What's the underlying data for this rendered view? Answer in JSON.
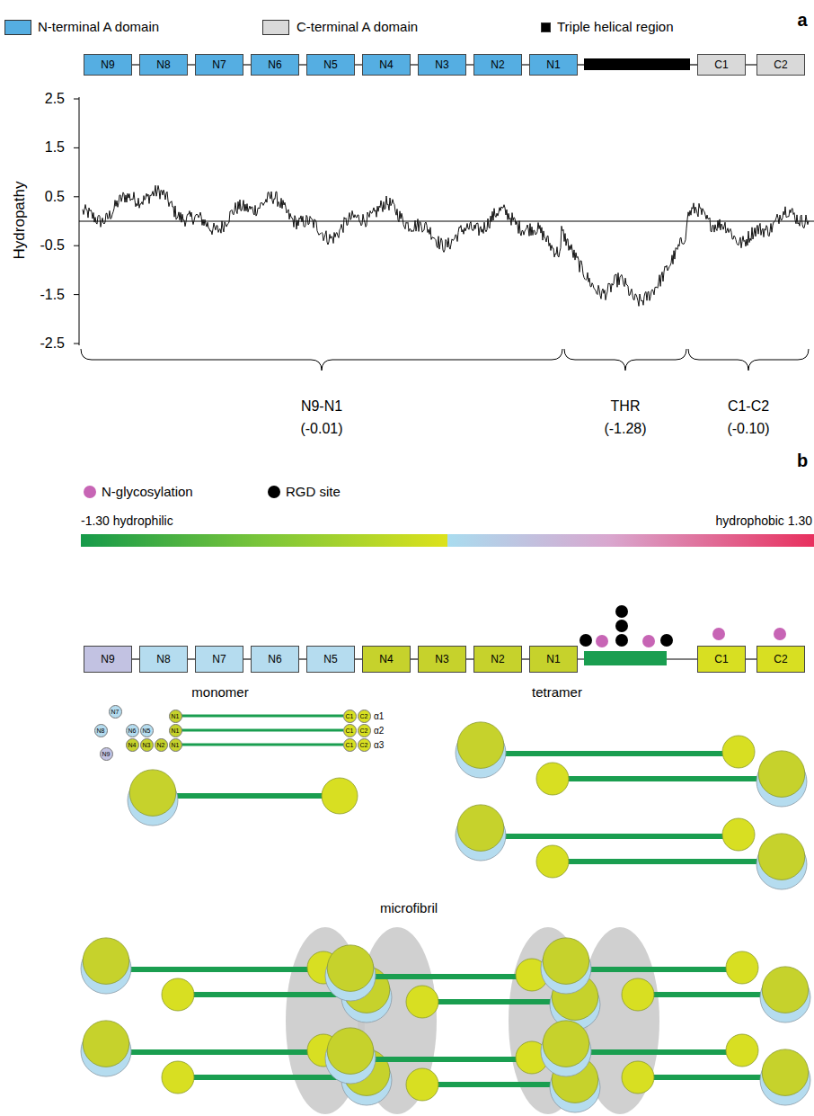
{
  "diagram": {
    "nodes": [
      {
        "text": [
          "N9"
        ]
      },
      {
        "text": [
          "N8"
        ]
      },
      {
        "text": [
          "N7"
        ]
      },
      {
        "text": [
          "N6"
        ]
      },
      {
        "text": [
          "N5"
        ]
      },
      {
        "text": [
          "N4"
        ]
      },
      {
        "text": [
          "N3"
        ]
      },
      {
        "text": [
          "N2"
        ]
      },
      {
        "text": [
          "N1"
        ]
      },
      {
        "text": [
          "C1"
        ]
      },
      {
        "text": [
          "C2"
        ]
      },
      {
        "text": [
          "N9"
        ]
      },
      {
        "text": [
          "N8"
        ]
      },
      {
        "text": [
          "N7"
        ]
      },
      {
        "text": [
          "N6"
        ]
      },
      {
        "text": [
          "N5"
        ]
      },
      {
        "text": [
          "N4"
        ]
      },
      {
        "text": [
          "N3"
        ]
      },
      {
        "text": [
          "N2"
        ]
      },
      {
        "text": [
          "N1"
        ]
      },
      {
        "text": [
          "C1"
        ]
      },
      {
        "text": [
          "C2"
        ]
      },
      {
        "text": [
          "N7"
        ]
      },
      {
        "text": [
          "N1"
        ]
      },
      {
        "text": [
          "C1"
        ]
      },
      {
        "text": [
          "C2"
        ]
      },
      {
        "text": [
          "N8"
        ]
      },
      {
        "text": [
          "N6"
        ]
      },
      {
        "text": [
          "N5"
        ]
      },
      {
        "text": [
          "N1"
        ]
      },
      {
        "text": [
          "C1"
        ]
      },
      {
        "text": [
          "C2"
        ]
      },
      {
        "text": [
          "N4"
        ]
      },
      {
        "text": [
          "N3"
        ]
      },
      {
        "text": [
          "N2"
        ]
      },
      {
        "text": [
          "N1"
        ]
      },
      {
        "text": [
          "C1"
        ]
      },
      {
        "text": [
          "C2"
        ]
      },
      {
        "text": [
          "N9"
        ]
      }
    ],
    "edges": [
      {
        "from": 0,
        "to": 1,
        "arrow": "none"
      },
      {
        "from": 1,
        "to": 2,
        "arrow": "none"
      },
      {
        "from": 2,
        "to": 3,
        "arrow": "none"
      },
      {
        "from": 3,
        "to": 4,
        "arrow": "none"
      },
      {
        "from": 4,
        "to": 5,
        "arrow": "none"
      },
      {
        "from": 5,
        "to": 6,
        "arrow": "none"
      },
      {
        "from": 6,
        "to": 7,
        "arrow": "none"
      },
      {
        "from": 7,
        "to": 8,
        "arrow": "none"
      },
      {
        "from": 9,
        "to": 10,
        "arrow": "none"
      },
      {
        "from": 11,
        "to": 12,
        "arrow": "none"
      },
      {
        "from": 12,
        "to": 13,
        "arrow": "none"
      },
      {
        "from": 13,
        "to": 14,
        "arrow": "none"
      },
      {
        "from": 14,
        "to": 15,
        "arrow": "none"
      },
      {
        "from": 15,
        "to": 16,
        "arrow": "none"
      },
      {
        "from": 16,
        "to": 17,
        "arrow": "none"
      },
      {
        "from": 17,
        "to": 18,
        "arrow": "none"
      },
      {
        "from": 18,
        "to": 19,
        "arrow": "none"
      },
      {
        "from": 20,
        "to": 21,
        "arrow": "none"
      }
    ],
    "labels": [
      "a",
      "Hydropathy",
      "2.5",
      "1.5",
      "0.5",
      "-0.5",
      "-1.5",
      "-2.5",
      "N9-N1",
      "(-0.01)",
      "THR",
      "(-1.28)",
      "C1-C2",
      "(-0.10)",
      "b",
      "-1.30 hydrophilic",
      "hydrophobic 1.30",
      "monomer",
      "α1",
      "α2",
      "α3",
      "tetramer",
      "microfibril"
    ],
    "legend": [
      {
        "text": "N-terminal A domain",
        "color": "#55aee2"
      },
      {
        "text": "C-terminal A domain",
        "color": "#d9d9d9"
      },
      {
        "text": "Triple helical region",
        "color": "#000000"
      },
      {
        "text": "N-glycosylation",
        "color": "#c765b5"
      },
      {
        "text": "RGD site",
        "color": "#000000"
      }
    ]
  }
}
